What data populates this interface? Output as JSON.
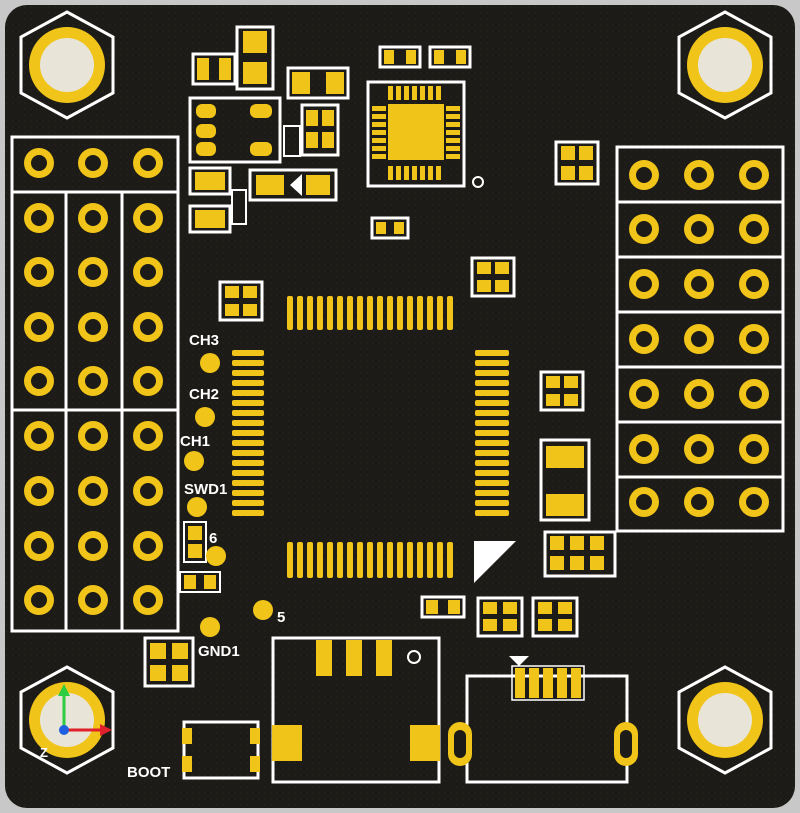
{
  "board": {
    "colors": {
      "substrate": "#1c1a16",
      "copper": "#f0c419",
      "silkscreen": "#ffffff",
      "hole": "#e8e4d8"
    },
    "labels": {
      "ch3": "CH3",
      "ch2": "CH2",
      "ch1": "CH1",
      "swd1": "SWD1",
      "pin6": "6",
      "pin5": "5",
      "gnd1": "GND1",
      "boot": "BOOT"
    },
    "axis_gizmo": {
      "z_label": "Z",
      "x_color": "#e0202a",
      "y_color": "#2ecc40",
      "z_color": "#2060e0"
    }
  }
}
